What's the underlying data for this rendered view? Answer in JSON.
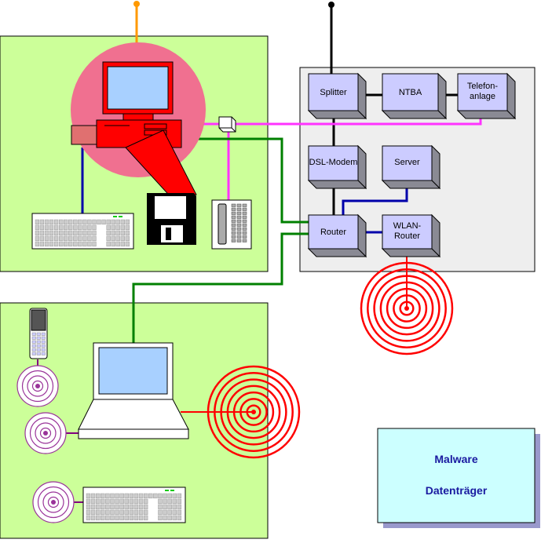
{
  "boxes": {
    "splitter": "Splitter",
    "ntba": "NTBA",
    "telefon_1": "Telefon-",
    "telefon_2": "anlage",
    "dsl_modem": "DSL-Modem",
    "server": "Server",
    "router": "Router",
    "wlan_1": "WLAN-",
    "wlan_2": "Router"
  },
  "legend": {
    "line1": "Malware",
    "line2": "Datenträger"
  },
  "colors": {
    "zone_green": "#ccff99",
    "network_panel": "#eeeeee",
    "box_face": "#ccccff",
    "box_side": "#8a8a94",
    "legend_fill": "#ccffff",
    "pc_halo": "#f07090",
    "pc_red": "#ff0000",
    "screen_blue": "#a8d0ff",
    "line_orange": "#ff9900",
    "line_black": "#000000",
    "line_magenta": "#ff33ff",
    "line_green": "#008000",
    "line_blue": "#0000aa",
    "line_purple": "#800080",
    "wifi_red": "#ff0000",
    "wifi_purple": "#993399"
  }
}
